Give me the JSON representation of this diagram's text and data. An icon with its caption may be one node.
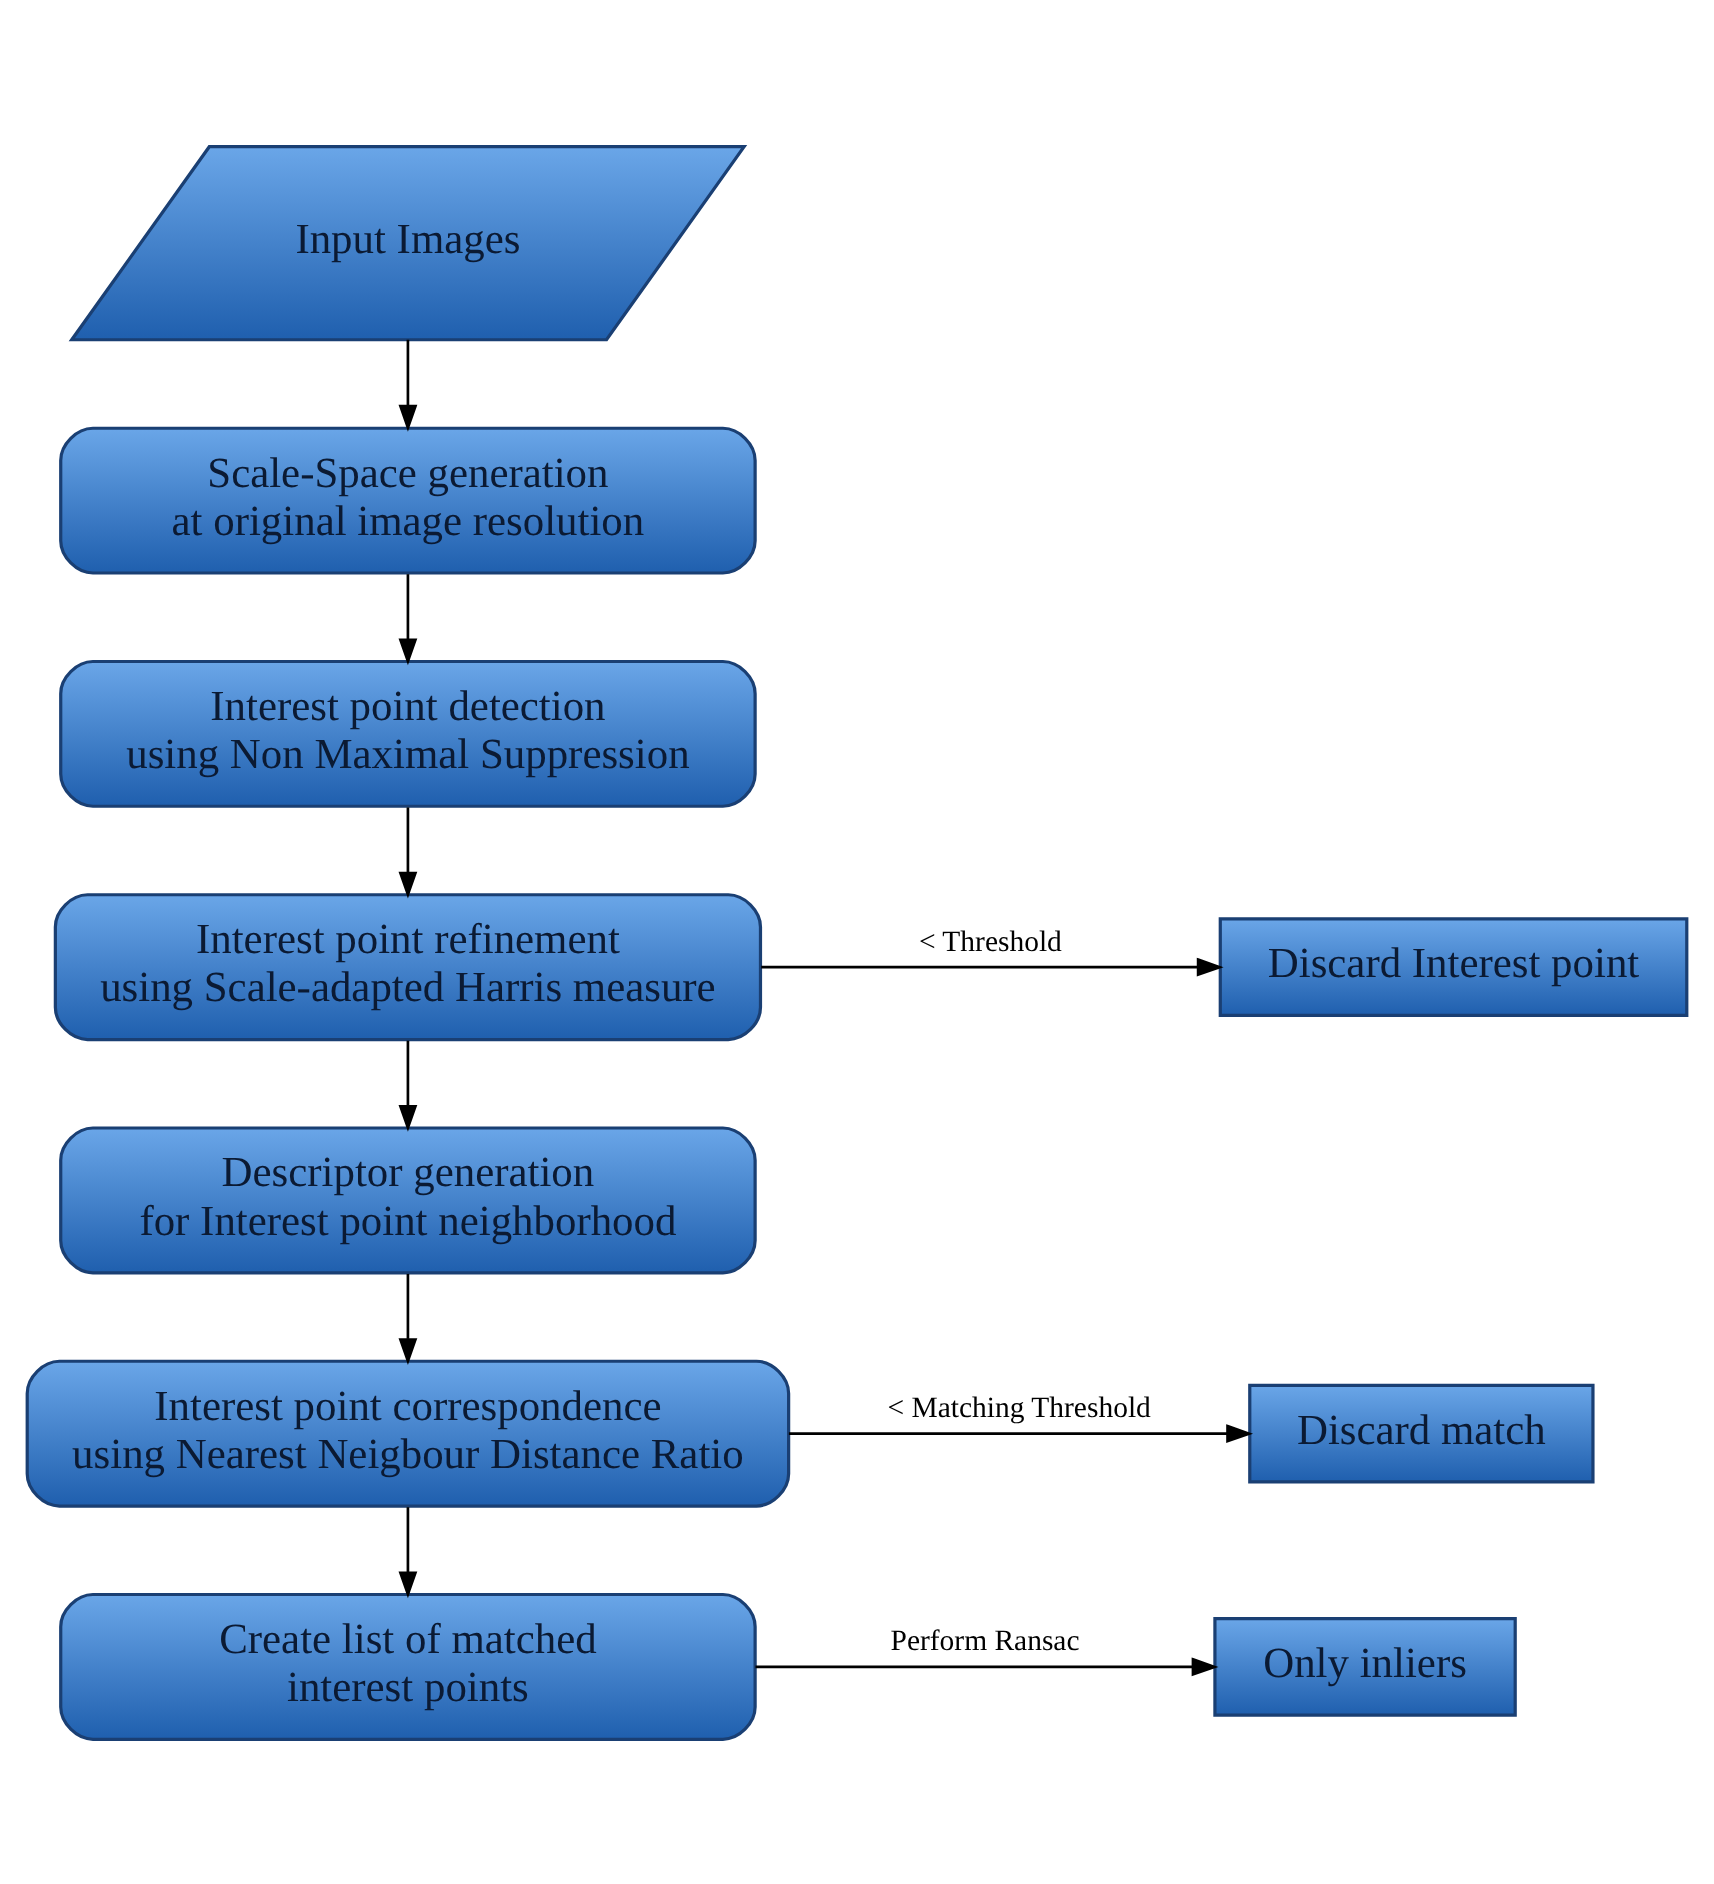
{
  "diagram": {
    "nodes": [
      {
        "text": [
          "Input Images"
        ]
      },
      {
        "text": [
          "Scale-Space generation at original image resolution"
        ]
      },
      {
        "text": [
          "Interest point detection using Non Maximal Suppression"
        ]
      },
      {
        "text": [
          "Interest point refinement using Scale-adapted Harris measure"
        ]
      },
      {
        "text": [
          "Discard Interest point"
        ]
      },
      {
        "text": [
          "Descriptor generation for Interest point neighborhood"
        ]
      },
      {
        "text": [
          "Interest point correspondence using Nearest Neigbour Distance Ratio"
        ]
      },
      {
        "text": [
          "Discard match"
        ]
      },
      {
        "text": [
          "Create list of matched interest points"
        ]
      },
      {
        "text": [
          "Only inliers"
        ]
      }
    ],
    "edges": [
      {
        "from": 0,
        "to": 1,
        "arrow": "to"
      },
      {
        "from": 1,
        "to": 2,
        "arrow": "to"
      },
      {
        "from": 2,
        "to": 3,
        "arrow": "to"
      },
      {
        "from": 3,
        "to": 4,
        "arrow": "to",
        "label": "< Threshold"
      },
      {
        "from": 3,
        "to": 5,
        "arrow": "to"
      },
      {
        "from": 5,
        "to": 6,
        "arrow": "to"
      },
      {
        "from": 6,
        "to": 7,
        "arrow": "to",
        "label": "< Matching Threshold"
      },
      {
        "from": 6,
        "to": 8,
        "arrow": "to"
      },
      {
        "from": 8,
        "to": 9,
        "arrow": "to",
        "label": "Perform Ransac"
      }
    ]
  }
}
